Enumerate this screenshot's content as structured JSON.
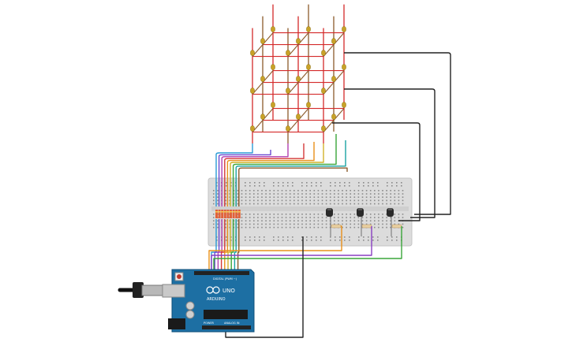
{
  "board": {
    "brand_label": "ARDUINO",
    "model_label": "UNO",
    "digital_label": "DIGITAL (PWM ~)",
    "analog_label": "ANALOG IN",
    "power_label": "POWER"
  },
  "cube": {
    "columns": 9,
    "layers": 3
  },
  "breadboard": {
    "transistor_count": 3,
    "column_resistor_count": 9,
    "layer_resistor_count": 3
  },
  "colors": {
    "breadboard": "#dcdcdc",
    "arduino": "#1d6fa3",
    "led": "#c9a227",
    "cube_red": "#d42a2a",
    "cube_brown": "#8b5a2b",
    "wire_black": "#222222",
    "wire_orange": "#e8901a",
    "wire_purple": "#8a3fc2",
    "wire_green": "#3aa63a"
  }
}
